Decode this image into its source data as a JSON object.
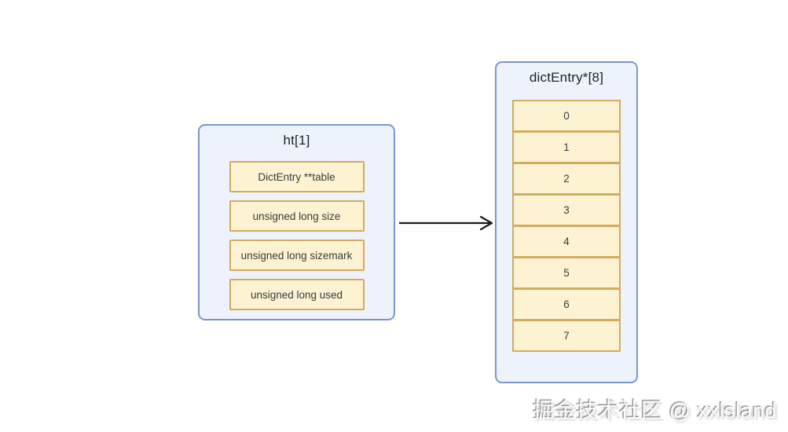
{
  "diagram": {
    "left_box": {
      "title": "ht[1]",
      "fields": [
        "DictEntry **table",
        "unsigned long size",
        "unsigned long sizemark",
        "unsigned long used"
      ]
    },
    "right_box": {
      "title": "dictEntry*[8]",
      "cells": [
        "0",
        "1",
        "2",
        "3",
        "4",
        "5",
        "6",
        "7"
      ]
    },
    "arrow": {
      "direction": "right",
      "color": "#1a1a1a"
    },
    "watermark": "掘金技术社区 @ xxlsland",
    "colors": {
      "container_bg": "#edf2fb",
      "container_border": "#7b96cc",
      "cell_bg": "#fdf3d2",
      "cell_border": "#d2ab5e"
    }
  }
}
